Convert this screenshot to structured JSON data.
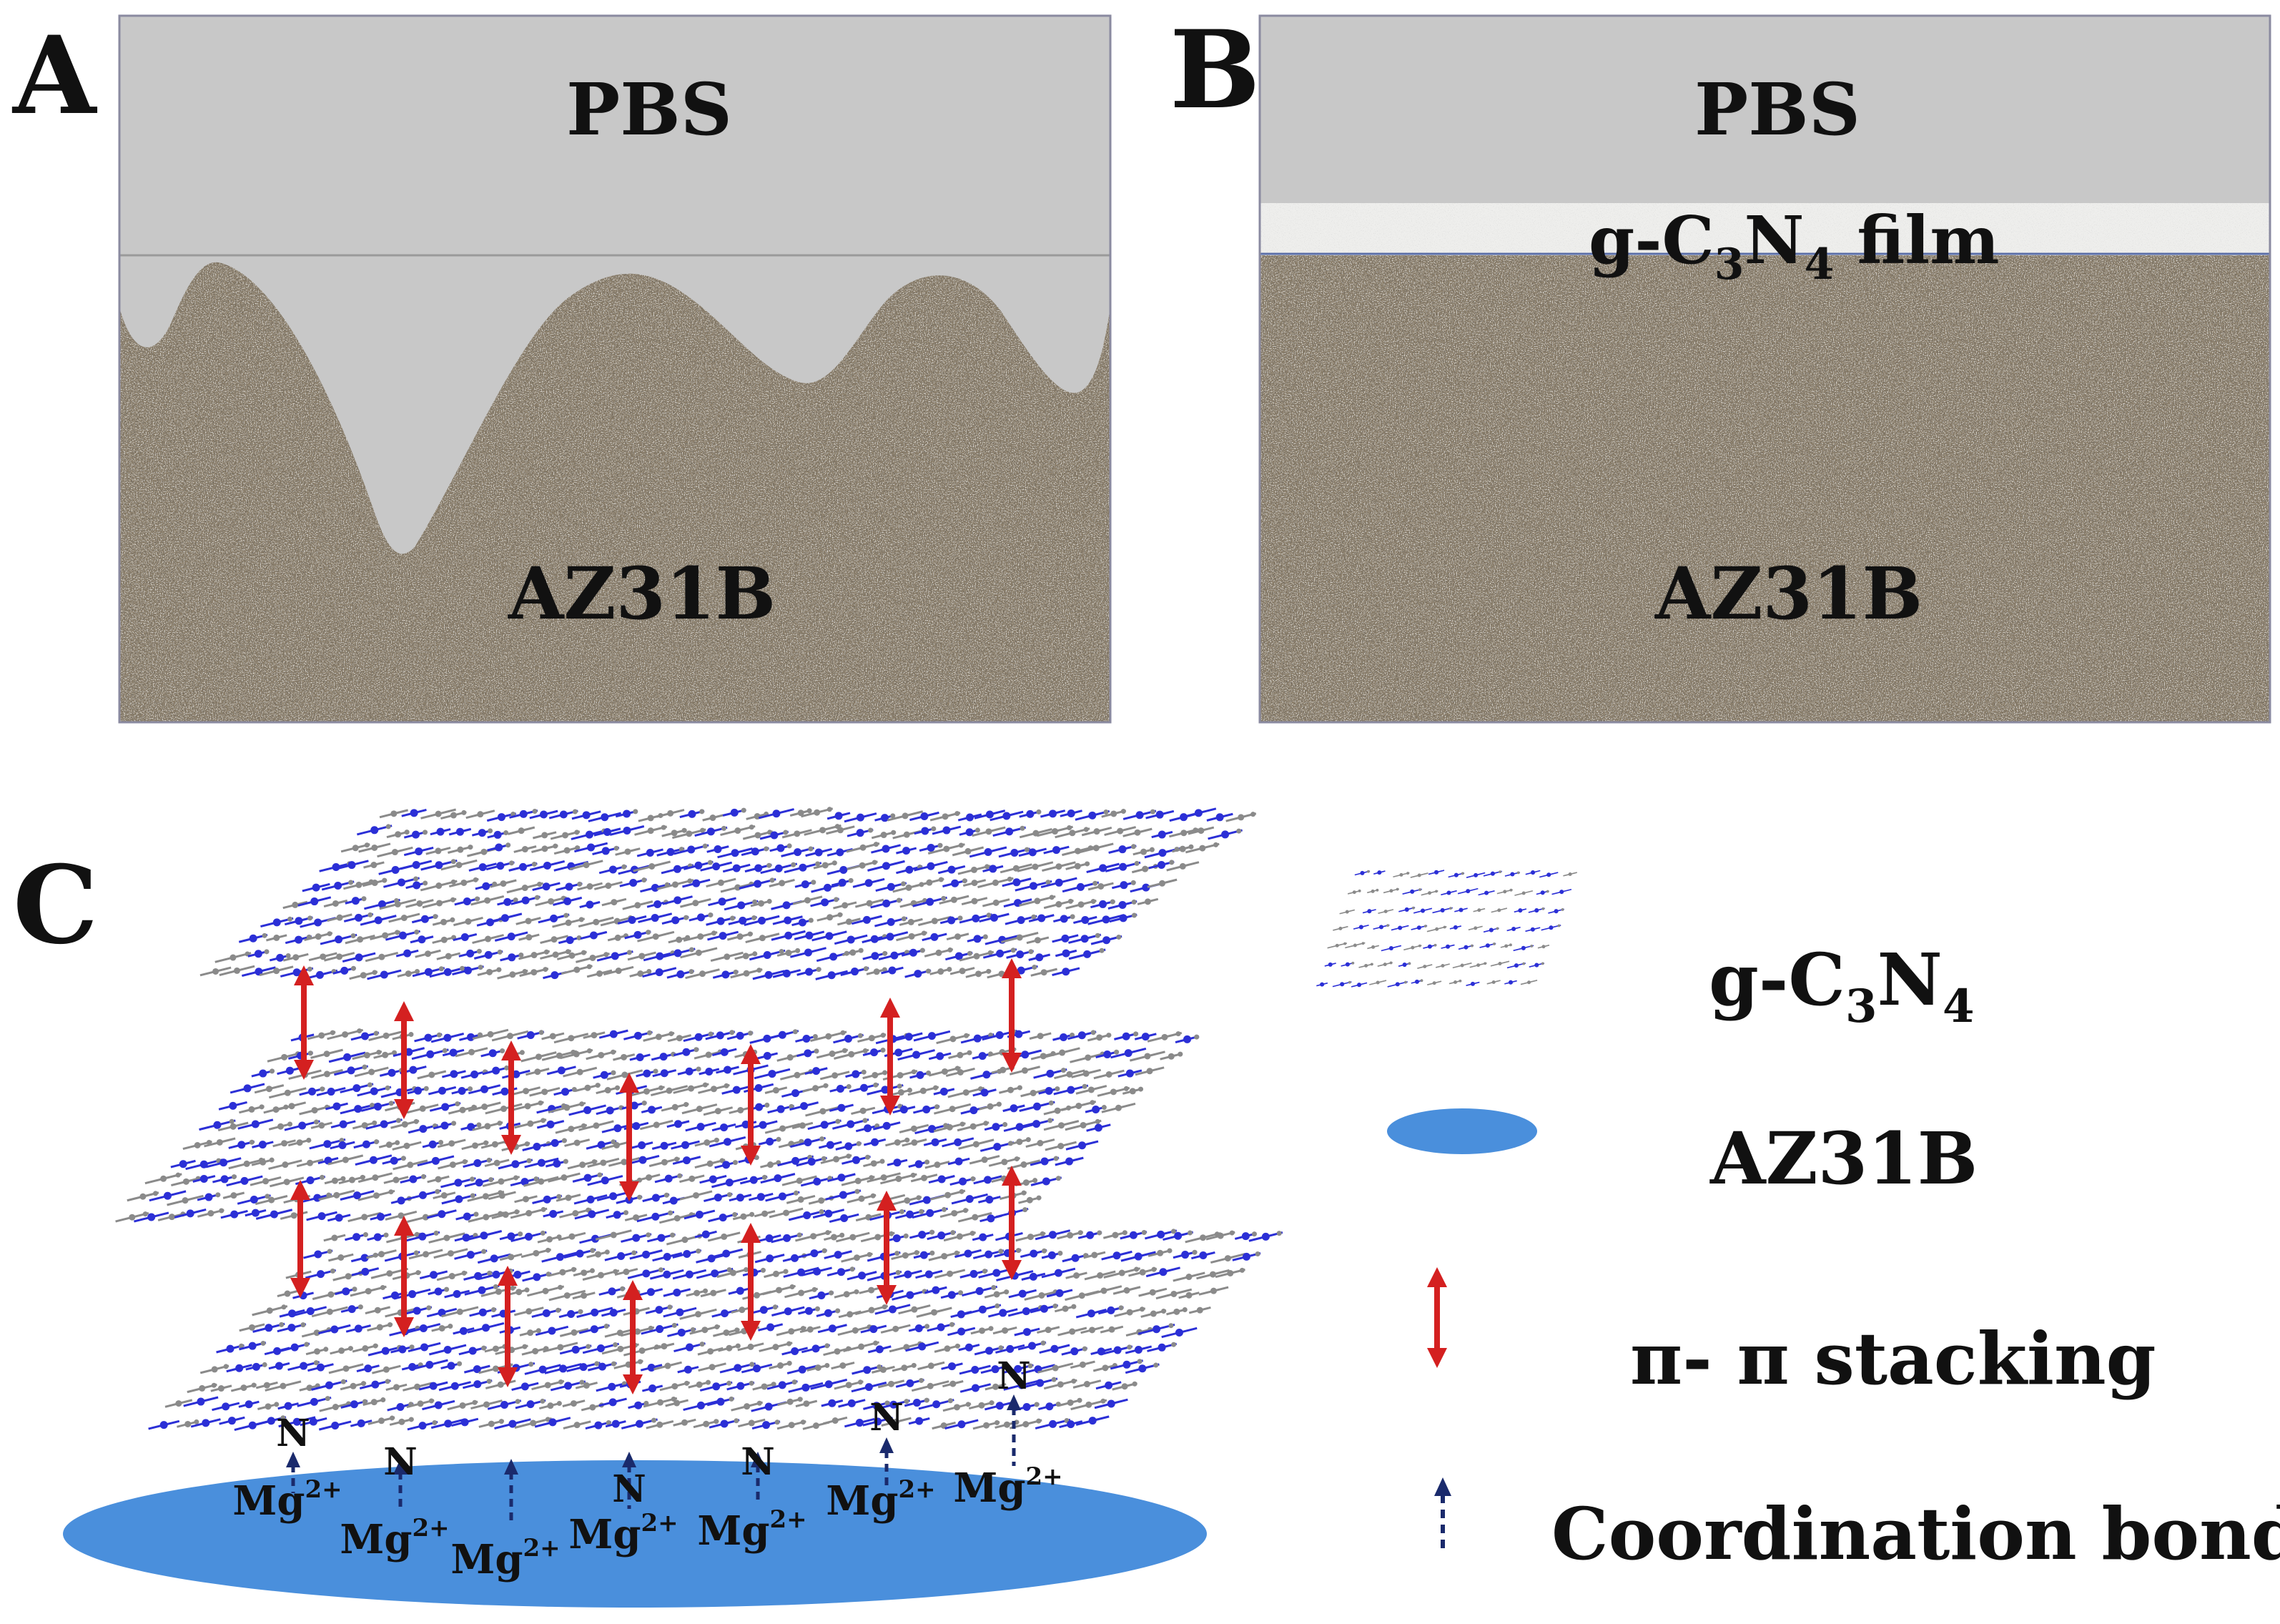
{
  "panels": {
    "A": {
      "letter": "A",
      "top_label": "PBS",
      "bottom_label": "AZ31B"
    },
    "B": {
      "letter": "B",
      "top_label": "PBS",
      "film_label": {
        "base": "g-C",
        "sub1": "3",
        "mid": "N",
        "sub2": "4",
        "tail": " film"
      },
      "bottom_label": "AZ31B"
    },
    "C": {
      "letter": "C"
    }
  },
  "ions": [
    {
      "n": "N",
      "mg": "Mg",
      "charge": "2+"
    },
    {
      "n": "N",
      "mg": "Mg",
      "charge": "2+"
    },
    {
      "n": "",
      "mg": "Mg",
      "charge": "2+"
    },
    {
      "n": "N",
      "mg": "Mg",
      "charge": "2+"
    },
    {
      "n": "N",
      "mg": "Mg",
      "charge": "2+"
    },
    {
      "n": "N",
      "mg": "Mg",
      "charge": "2+"
    },
    {
      "n": "N",
      "mg": "Mg",
      "charge": "2+"
    }
  ],
  "legend": {
    "gc3n4": {
      "base": "g-C",
      "sub1": "3",
      "mid": "N",
      "sub2": "4"
    },
    "az31b": "AZ31B",
    "stacking": "π- π stacking",
    "coordination": "Coordination bond"
  },
  "colors": {
    "pbs": "#c8c8c8",
    "substrate": "#8c7f6a",
    "film": "#eeeeec",
    "ellipse": "#4a8fdc",
    "arrow_red": "#d42020",
    "bond_navy": "#1a2a6c",
    "sheet_blue": "#2b2fd6",
    "sheet_gray": "#8a8a8a"
  }
}
